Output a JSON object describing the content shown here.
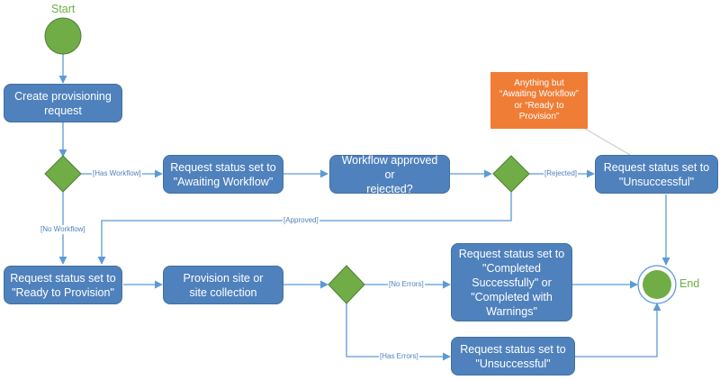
{
  "colors": {
    "box_fill": "#4f81bd",
    "node_green": "#70ad47",
    "note_fill": "#f07d36",
    "edge": "#5b9bd5",
    "text_blue": "#4f81bd"
  },
  "terminals": {
    "start": "Start",
    "end": "End"
  },
  "nodes": {
    "create_request": [
      "Create provisioning",
      "request"
    ],
    "awaiting_workflow": [
      "Request status set to",
      "\"Awaiting Workflow\""
    ],
    "workflow_decision": [
      "Workflow approved or",
      "rejected?"
    ],
    "unsuccessful_top": [
      "Request status set to",
      "\"Unsuccessful\""
    ],
    "ready_to_provision": [
      "Request status set to",
      "\"Ready to Provision\""
    ],
    "provision_site": [
      "Provision site or",
      "site collection"
    ],
    "completed": [
      "Request status set to",
      "\"Completed",
      "Successfully\" or",
      "\"Completed with",
      "Warnings\""
    ],
    "unsuccessful_bottom": [
      "Request status set to",
      "\"Unsuccessful\""
    ]
  },
  "note": [
    "Anything but",
    "“Awaiting Workflow”",
    "or “Ready to",
    "Provision”"
  ],
  "guards": {
    "has_workflow": "[Has Workflow]",
    "no_workflow": "[No Workflow]",
    "rejected": "[Rejected]",
    "approved": "[Approved]",
    "no_errors": "[No Errors]",
    "has_errors": "[Has Errors]"
  }
}
